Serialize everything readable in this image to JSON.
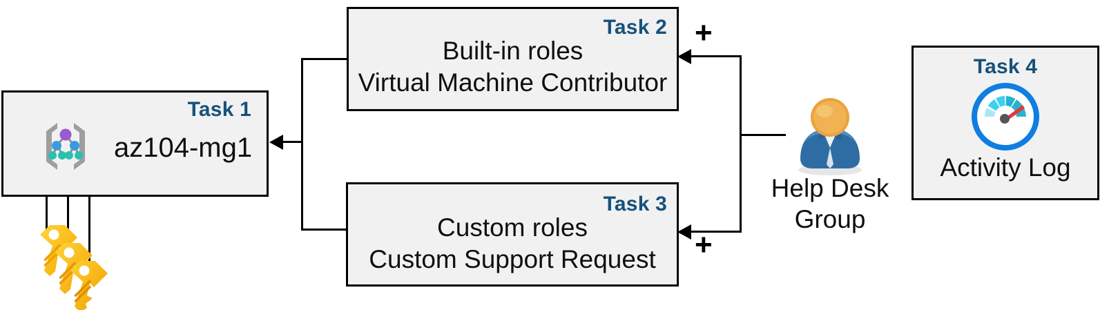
{
  "diagram": {
    "title": "Azure RBAC task diagram",
    "accent_color": "#16517c",
    "box_fill": "#f1f1f1",
    "box_border": "#000000"
  },
  "boxes": [
    {
      "id": "task1",
      "task_label": "Task 1",
      "text": "az104-mg1",
      "icon": "management-group-icon"
    },
    {
      "id": "task2",
      "task_label": "Task 2",
      "text": "Built-in roles\nVirtual Machine Contributor",
      "icon": ""
    },
    {
      "id": "task3",
      "task_label": "Task 3",
      "text": "Custom roles\nCustom Support Request",
      "icon": ""
    },
    {
      "id": "task4",
      "task_label": "Task 4",
      "text": "Activity Log",
      "icon": "activity-log-gauge-icon"
    }
  ],
  "actor": {
    "icon": "user-group-person-icon",
    "caption": "Help Desk\nGroup"
  },
  "keys": {
    "icon": "keys-icon",
    "count": 3
  },
  "operators": {
    "plus_top": "+",
    "plus_bottom": "+"
  },
  "icon_colors": {
    "key_yellow": "#fdc500",
    "key_orange": "#f9a602",
    "person_head": "#e8a33d",
    "person_body": "#2e6da4",
    "gauge_ring": "#0f7ee0",
    "gauge_needle": "#e03a3a",
    "mg_bracket": "#9e9e9e",
    "mg_root": "#9b59d0",
    "mg_mid": "#3a9bdc",
    "mg_leaf": "#2bbfae"
  }
}
